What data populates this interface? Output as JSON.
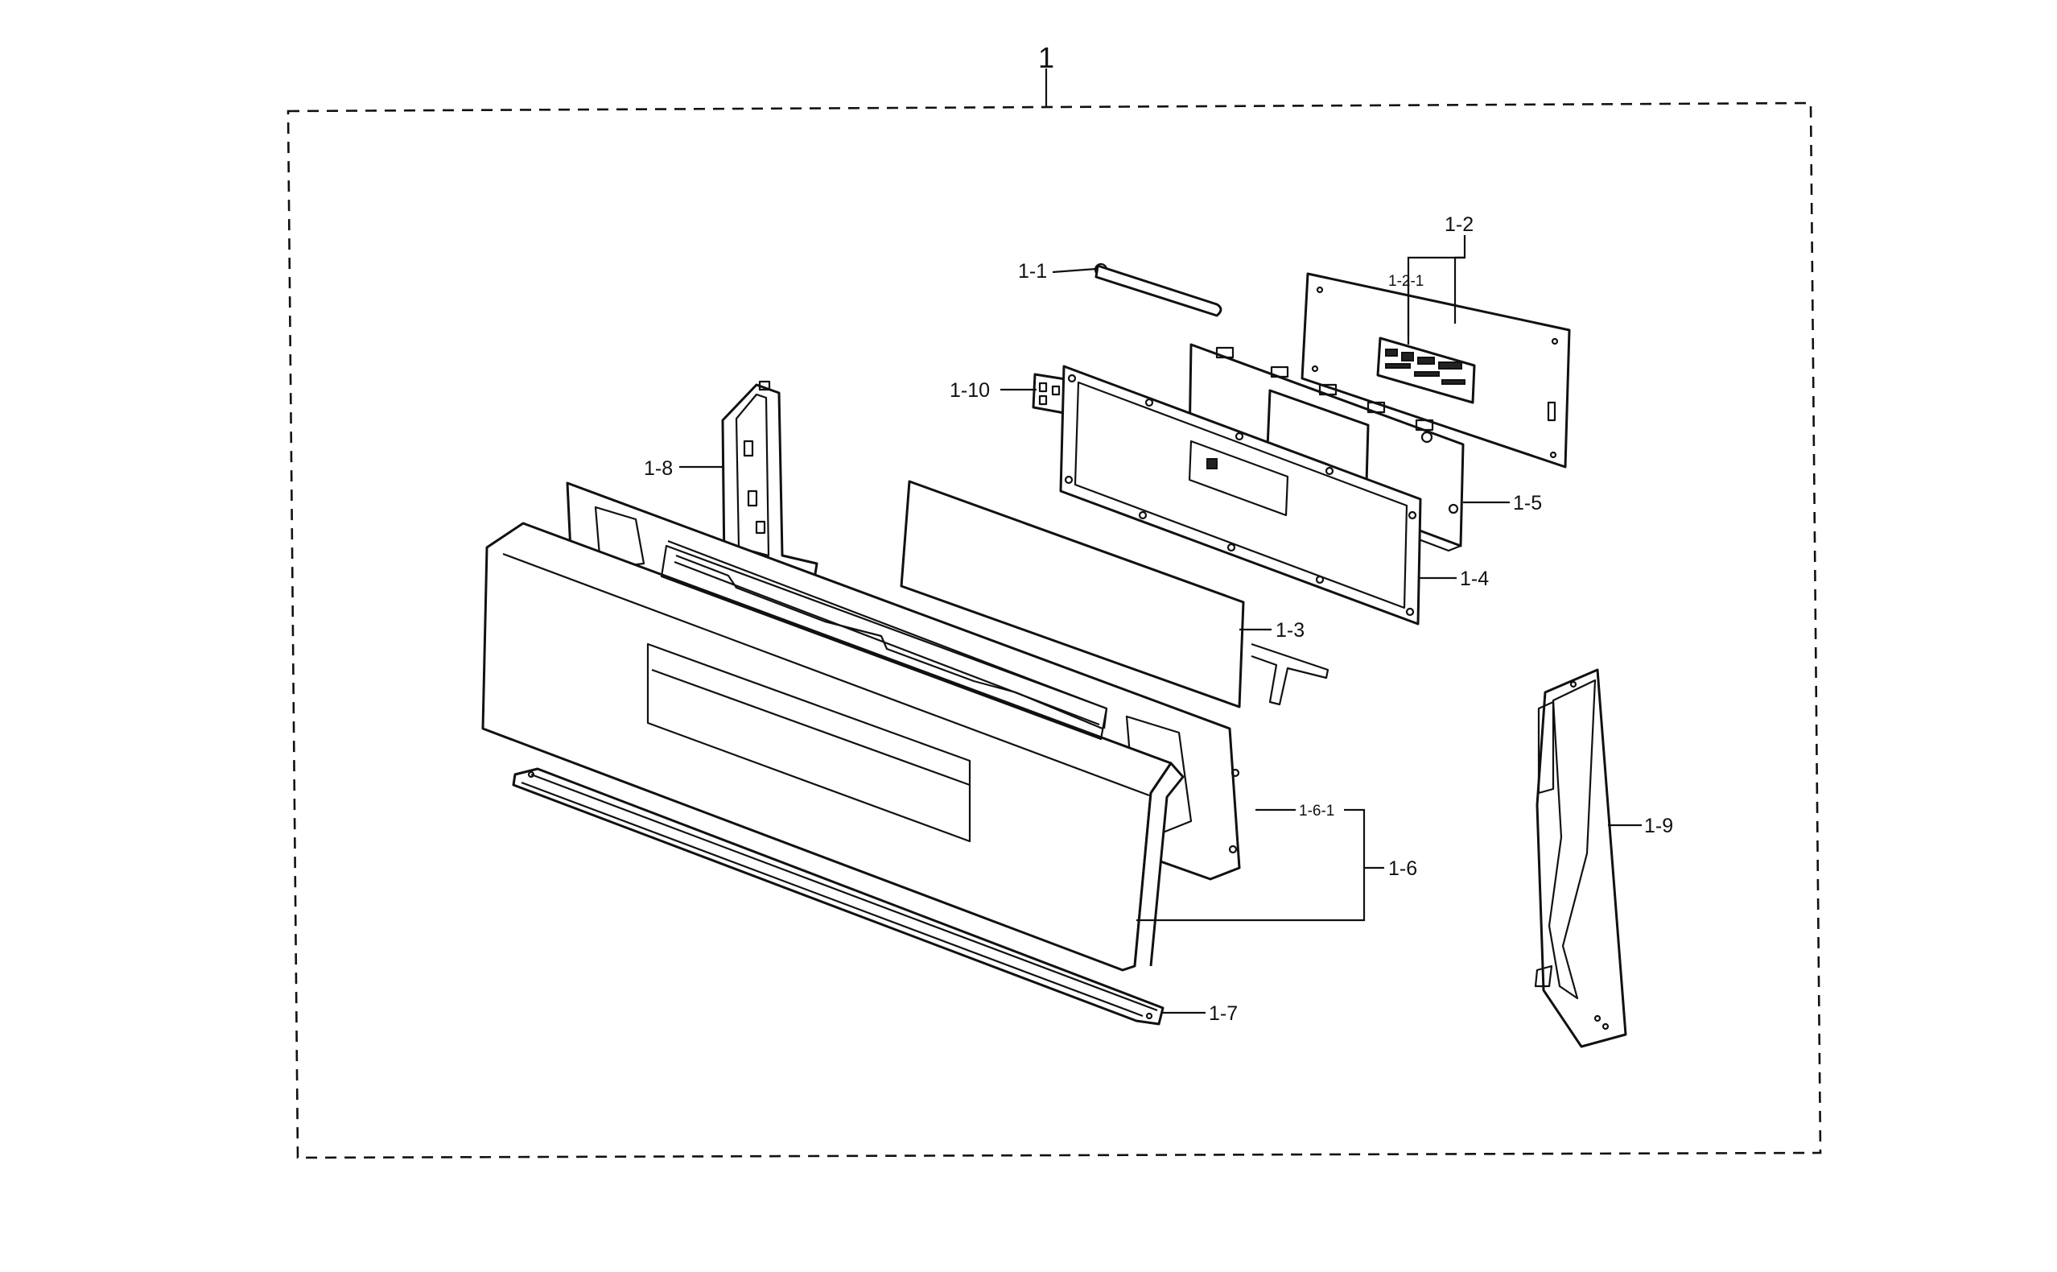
{
  "diagram": {
    "assembly_label": "1",
    "callouts": {
      "p1_1": "1-1",
      "p1_2": "1-2",
      "p1_2_1": "1-2-1",
      "p1_3": "1-3",
      "p1_4": "1-4",
      "p1_5": "1-5",
      "p1_6": "1-6",
      "p1_6_1": "1-6-1",
      "p1_7": "1-7",
      "p1_8": "1-8",
      "p1_9": "1-9",
      "p1_10": "1-10"
    }
  }
}
